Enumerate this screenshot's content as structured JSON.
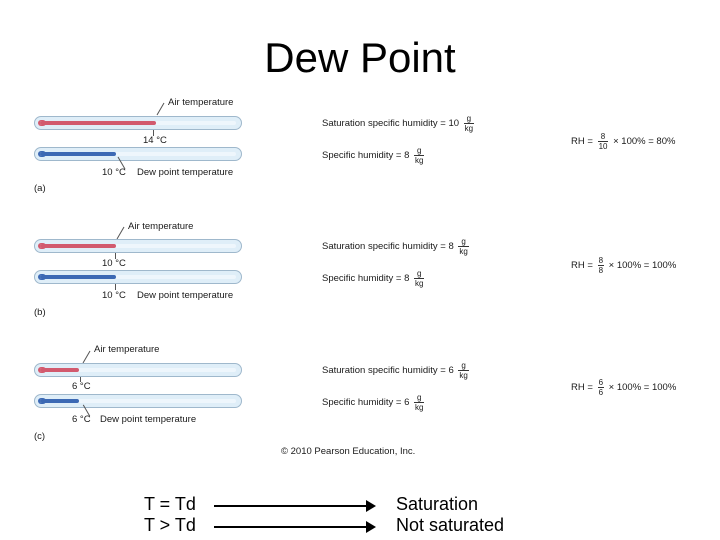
{
  "title": "Dew Point",
  "panels": [
    {
      "letter": "(a)",
      "air_label": "Air temperature",
      "air_value": "14 °C",
      "dew_value": "10 °C",
      "dew_label": "Dew point temperature",
      "air_fill_fraction": 0.59,
      "dew_fill_fraction": 0.39,
      "sat_text": "Saturation specific humidity = 10",
      "spec_text": "Specific humidity = 8",
      "unit_num": "g",
      "unit_den": "kg",
      "rh_prefix": "RH =",
      "rh_num": "8",
      "rh_den": "10",
      "rh_suffix": "× 100% = 80%"
    },
    {
      "letter": "(b)",
      "air_label": "Air temperature",
      "air_value": "10 °C",
      "dew_value": "10 °C",
      "dew_label": "Dew point temperature",
      "air_fill_fraction": 0.39,
      "dew_fill_fraction": 0.39,
      "sat_text": "Saturation specific humidity = 8",
      "spec_text": "Specific humidity = 8",
      "unit_num": "g",
      "unit_den": "kg",
      "rh_prefix": "RH =",
      "rh_num": "8",
      "rh_den": "8",
      "rh_suffix": "× 100% = 100%"
    },
    {
      "letter": "(c)",
      "air_label": "Air temperature",
      "air_value": "6 °C",
      "dew_value": "6 °C",
      "dew_label": "Dew point temperature",
      "air_fill_fraction": 0.2,
      "dew_fill_fraction": 0.2,
      "sat_text": "Saturation specific humidity = 6",
      "spec_text": "Specific humidity = 6",
      "unit_num": "g",
      "unit_den": "kg",
      "rh_prefix": "RH =",
      "rh_num": "6",
      "rh_den": "6",
      "rh_suffix": "× 100% = 100%"
    }
  ],
  "copyright": "© 2010 Pearson Education, Inc.",
  "relations": [
    {
      "condition": "T = Td",
      "result": "Saturation"
    },
    {
      "condition": "T > Td",
      "result": "Not saturated"
    }
  ],
  "colors": {
    "air_fill": "#d25a6e",
    "dew_fill": "#3c69b4",
    "tube": "#dfeef8"
  }
}
